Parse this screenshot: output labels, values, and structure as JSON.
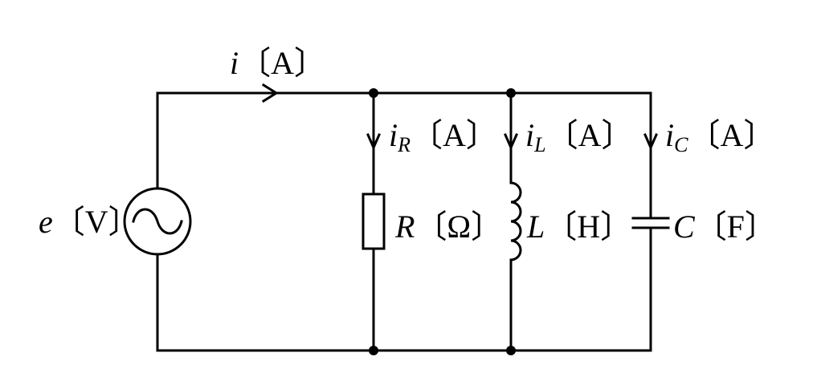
{
  "source": {
    "symbol": "e",
    "unit": "〔V〕"
  },
  "total_current": {
    "symbol": "i",
    "unit": "〔A〕"
  },
  "branches": [
    {
      "current_symbol": "i",
      "current_subscript": "R",
      "current_unit": "〔A〕",
      "element_symbol": "R",
      "element_unit": "〔Ω〕"
    },
    {
      "current_symbol": "i",
      "current_subscript": "L",
      "current_unit": "〔A〕",
      "element_symbol": "L",
      "element_unit": "〔H〕"
    },
    {
      "current_symbol": "i",
      "current_subscript": "C",
      "current_unit": "〔A〕",
      "element_symbol": "C",
      "element_unit": "〔F〕"
    }
  ],
  "colors": {
    "line": "#000000",
    "background": "#ffffff"
  }
}
